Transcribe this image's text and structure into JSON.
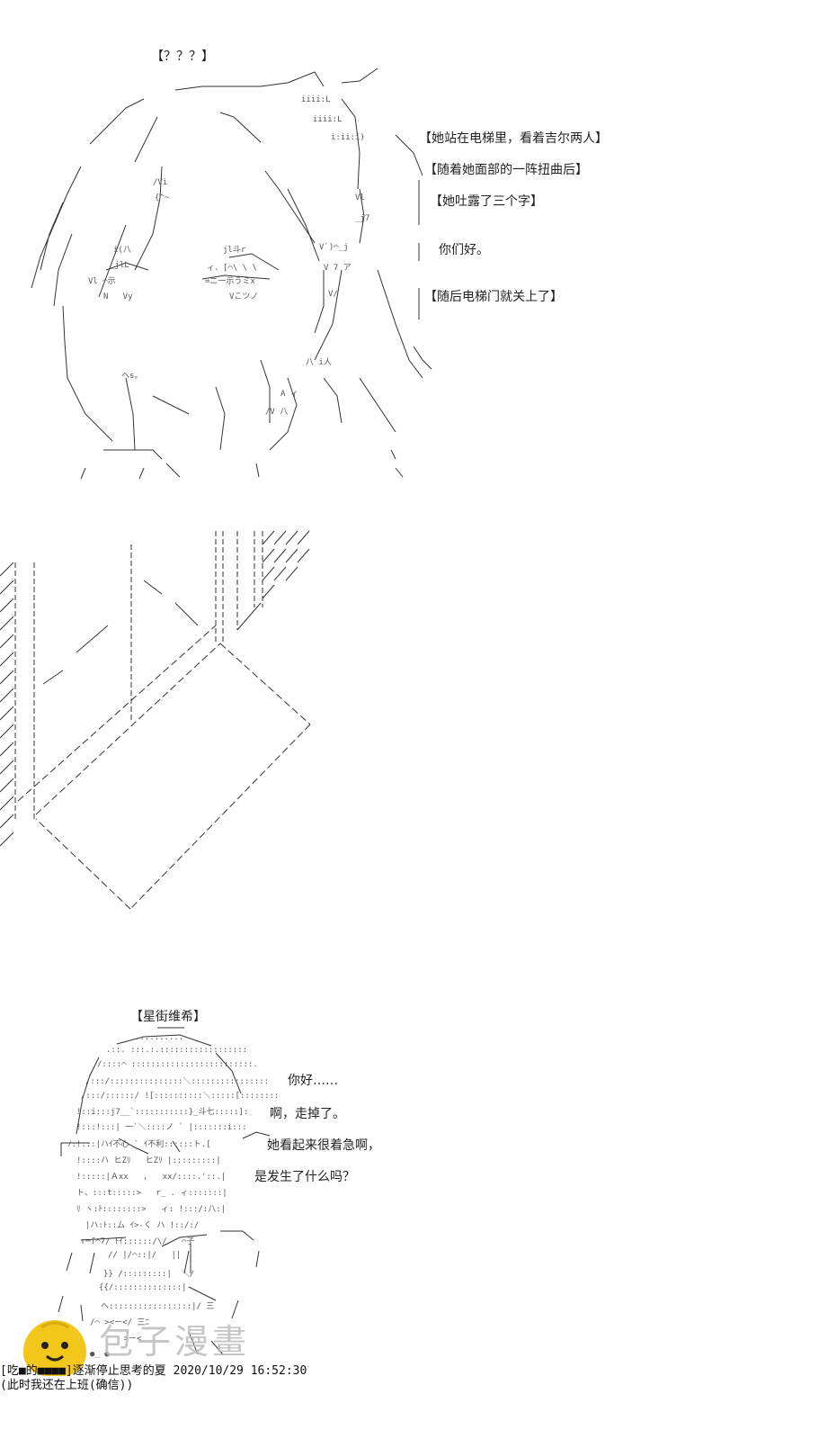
{
  "scene1": {
    "speaker": "【？？？】",
    "narration": [
      "【她站在电梯里，看着吉尔两人】",
      "【随着她面部的一阵扭曲后】",
      "【她吐露了三个字】",
      "你们好。",
      "【随后电梯门就关上了】"
    ]
  },
  "scene3": {
    "speaker": "【星街维希】",
    "dialogue": [
      "你好……",
      "啊，走掉了。",
      "她看起来很着急啊，",
      "是发生了什么吗？"
    ]
  },
  "watermark": {
    "text": "包子漫畫"
  },
  "footer": {
    "line1": "[吃■的■■■■]逐渐停止思考的夏 2020/10/29 16:52:30",
    "line2": "(此时我还在上班(确信))"
  },
  "colors": {
    "logo": "#f3c61c",
    "text": "#222222",
    "watermark": "#bdbdbd"
  }
}
